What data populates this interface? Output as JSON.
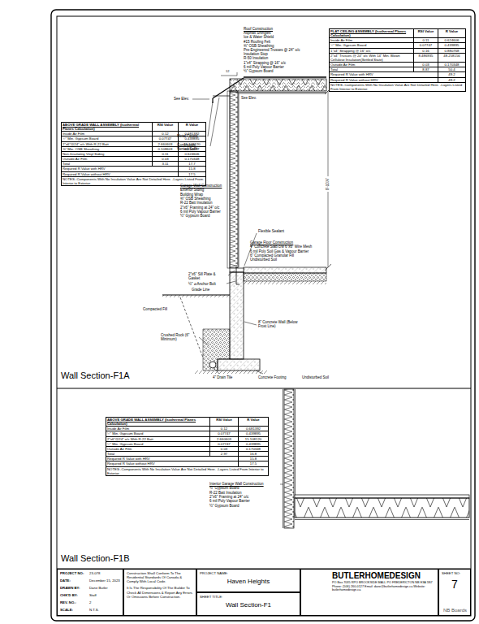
{
  "diagram": {
    "nodes": [
      {
        "text": [
          "FLAT CEILING ASSEMBLY (Isothermal Planes Calculation)",
          "RSI Value",
          "R Value",
          "Inside Air Film",
          "0.11",
          "0.624606",
          "½\" Min. Gypsum Board",
          "0.07747",
          "0.439895",
          "1\"x4\" Strapping @ 16\" o/c",
          "0.16",
          "0.880768",
          "2\"x4\" Trusses @ 24\" o/c With 14\" Min. Blown Cellulose Insulation(Settled State)",
          "8.486935",
          "48.258156",
          "Outside Air Film",
          "0.03",
          "0.170348",
          "Total",
          "8.87",
          "50.4",
          "Required R Value with HRV",
          "49.2",
          "Required R Value without HRV",
          "49.2",
          "NOTES:-Components With No Insulation Value Are Not Detailed Here. -Layers Listed From Interior to Exterior."
        ]
      },
      {
        "text": [
          "ABOVE GRADE WALL ASSEMBLY (Isothermal Planes Calculation)",
          "RSI Value",
          "R Value",
          "Inside Air Film",
          "0.12",
          "0.681392",
          "½\" Min. Gypsum Board",
          "0.07747",
          "0.439895",
          "2\"x6\"@24\" o/c With R-22 Batt",
          "2.660603",
          "15.108120",
          "⅜\" Min. OSB Sheathing",
          "0.108603",
          "0.616677",
          "Non-Insulating Vinyl Siding",
          "0.11",
          "0.624606",
          "Outside Air Film",
          "0.03",
          "0.170348",
          "Total",
          "3.11",
          "17.7",
          "Required R Value with HRV",
          "15.8",
          "Required R Value without HRV",
          "17.5",
          "NOTES:-Components With No Insulation Value Are Not Detailed Here. -Layers Listed From Interior to Exterior."
        ]
      },
      {
        "text": [
          "ABOVE GRADE WALL ASSEMBLY (Isothermal Planes Calculation)",
          "RSI Value",
          "R Value",
          "Inside Air Film",
          "0.12",
          "0.681392",
          "½\" Min. Gypsum Board",
          "0.07747",
          "0.439895",
          "2\"x6\"@24\" o/c With R-22 Batt",
          "2.660603",
          "15.108120",
          "½\" Min. Gypsum Board",
          "0.07747",
          "0.439895",
          "Outside Air Film",
          "0.03",
          "0.170348",
          "Total",
          "2.97",
          "16.8",
          "Required R Value with HRV",
          "15.8",
          "Required R Value without HRV",
          "17.5",
          "NOTES:-Components With No Insulation Value Are Not Detailed Here. -Layers Listed From Interior to Exterior."
        ]
      },
      {
        "text": [
          "PROJECT NO:",
          "23-078",
          "DATE:",
          "December 15, 2023",
          "DRAWN BY:",
          "Dane Butler",
          "CHK'D BY:",
          "Staff",
          "REV. NO.:",
          "2",
          "SCALE:",
          "N.T.S."
        ]
      },
      {
        "text": [
          "Construction Shall Conform To The Residential Standards Of Canada & Comply With Local Code.",
          "It Is The Responsibility Of The Builder To Check All Dimensions & Report Any Errors Or Omissions Before Construction."
        ]
      },
      {
        "text": [
          "PROJECT NAME:",
          "Haven Heights"
        ]
      },
      {
        "text": [
          "SHEET TITLE:",
          "Wall Section-F1"
        ]
      },
      {
        "text": [
          "BUTLERHOMEDESIGN",
          "PO Box 7035 RPO BROOKSIDE MALL PO FREDERICTON NB E3A 5N7 Phone: (506) 260-0127 Email: dane@butlerhomedesign.ca Website: butlerhomedesign.ca"
        ]
      },
      {
        "text": [
          "SHEET NO:",
          "7"
        ]
      }
    ],
    "labels": [
      "Roof Construction",
      "Asphalt Shingles",
      "Ice & Water Shield",
      "#15 Roofing Felt",
      "⅜\" OSB Sheathing",
      "Pre-Engineered Trusses @ 24\" o/c",
      "Insulation Stop",
      "R-50 Insulation",
      "1\"x4\" Strapping @ 16\" o/c",
      "6 mil Poly Vapour Barrier",
      "½\" Gypsum Board",
      "See Elev.",
      "12",
      "See Elev.",
      "Metal Fascia",
      "Continuous Vented Soffit",
      "Garage Wall Construction",
      "Exterior Siding",
      "Building Wrap",
      "⅜\" OSB Sheathing",
      "R-22 Batt Insulation",
      "2\"x6\" Framing at 24\" o/c",
      "6 mil Poly Vapour Barrier",
      "½\" Gypsum Board",
      "9'-10⅞\"",
      "Flexible Sealant",
      "Garage Floor Construction",
      "4\" Concrete Slab c/w 6\"x6\" Wire Mesh",
      "6 mil Poly Soil Gas & Vapour Barrier",
      "6\" Compacted Granular Fill",
      "Undisturbed Soil",
      "2\"x6\" Sill Plate & Gasket",
      "½\" ⌀ Anchor Bolt",
      "Grade Line",
      "Compacted Fill",
      "8\" Concrete Wall (Below Frost Line)",
      "Crushed Rock (6\" Minimum)",
      "4\" Drain Tile",
      "Concrete Footing",
      "Undisturbed Soil",
      "Wall Section-F1A",
      "Interior Garage Wall Construction",
      "½\" Gypsum Board",
      "R-22 Batt Insulation",
      "2\"x6\" Framing at 24\" o/c",
      "6 mil Poly Vapour Barrier",
      "½\" Gypsum Board",
      "Wall Section-F1B",
      "NB Boards"
    ]
  }
}
